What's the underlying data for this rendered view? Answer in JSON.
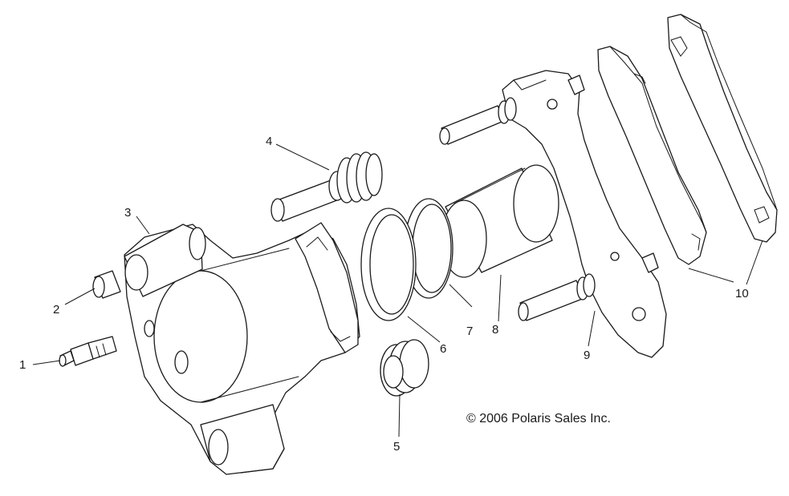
{
  "diagram": {
    "callouts": [
      {
        "id": "1",
        "label": "1"
      },
      {
        "id": "2",
        "label": "2"
      },
      {
        "id": "3",
        "label": "3"
      },
      {
        "id": "4",
        "label": "4"
      },
      {
        "id": "5",
        "label": "5"
      },
      {
        "id": "6",
        "label": "6"
      },
      {
        "id": "7",
        "label": "7"
      },
      {
        "id": "8",
        "label": "8"
      },
      {
        "id": "9",
        "label": "9"
      },
      {
        "id": "10",
        "label": "10"
      }
    ],
    "copyright": "© 2006 Polaris Sales Inc."
  }
}
